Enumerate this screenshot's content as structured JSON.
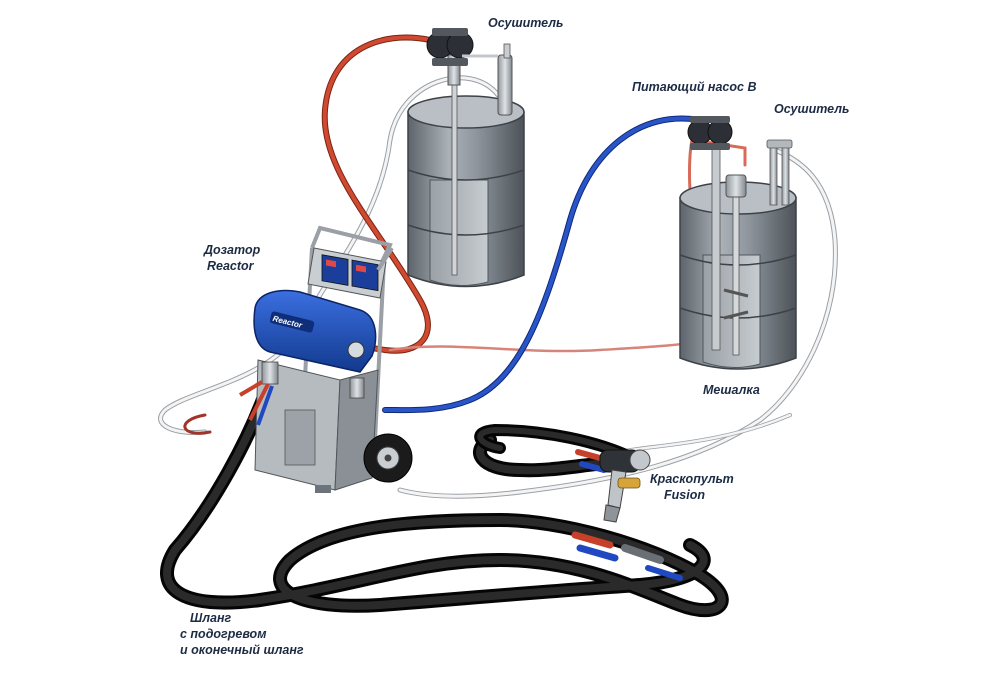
{
  "labels": {
    "dryer_1": "Осушитель",
    "feed_pump_b": "Питающий насос B",
    "dryer_2": "Осушитель",
    "dispenser_line1": "Дозатор",
    "dispenser_line2": "Reactor",
    "mixer": "Мешалка",
    "gun_line1": "Краскопульт",
    "gun_line2": "Fusion",
    "hose_line1": "Шланг",
    "hose_line2": "с подогревом",
    "hose_line3": "и оконечный шланг"
  },
  "unit_badge": "Reactor",
  "colors": {
    "line_a_red": "#c8462e",
    "line_b_blue": "#2045b0",
    "air_white": "#f2f2f2",
    "hose_black": "#141414",
    "drum_gray": "#7b8289",
    "machine_blue": "#1d4fb8",
    "label_text": "#1d2b44"
  }
}
